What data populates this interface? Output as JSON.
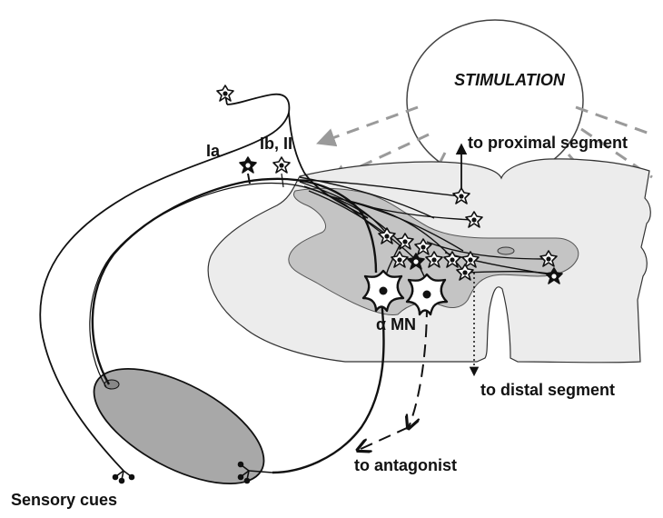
{
  "labels": {
    "stimulation": "STIMULATION",
    "to_proximal": "to proximal segment",
    "to_distal": "to distal segment",
    "to_antagonist": "to antagonist",
    "sensory_cues": "Sensory cues",
    "ia": "Ia",
    "ib_ii": "Ib, II",
    "alpha_mn": "α MN"
  },
  "colors": {
    "white_matter": "#ececec",
    "gray_matter": "#c4c4c4",
    "muscle": "#a8a8a8",
    "line": "#111111",
    "arrow_dash": "#9a9a9a"
  }
}
